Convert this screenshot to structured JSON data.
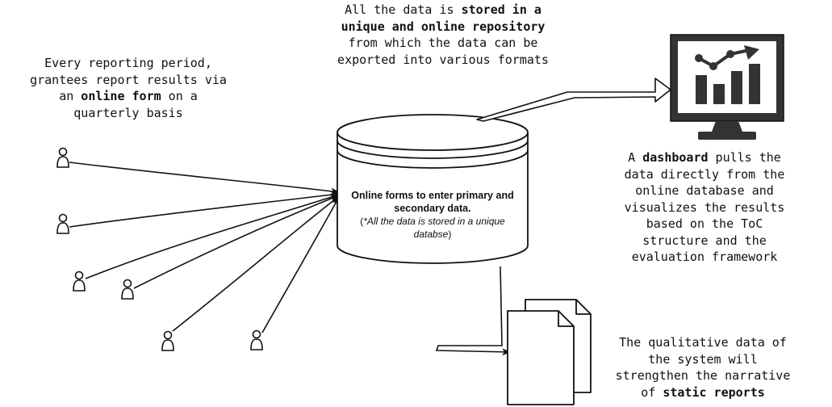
{
  "notes": {
    "grantees": {
      "line1": "Every reporting period,",
      "line2": "grantees report results via",
      "line3_pre": "an ",
      "line3_bold": "online form",
      "line3_post": " on a",
      "line4": "quarterly basis"
    },
    "repository": {
      "line1_pre": "All the data is ",
      "line1_bold": "stored in a",
      "line2_bold": "unique and online repository",
      "line3": "from which the data can be",
      "line4": "exported into various formats"
    },
    "dashboard": {
      "line1_pre": "A ",
      "line1_bold": "dashboard",
      "line1_post": " pulls the",
      "line2": "data directly from the",
      "line3": "online database and",
      "line4": "visualizes the results",
      "line5": "based on the ToC",
      "line6": "structure and the",
      "line7": "evaluation framework"
    },
    "reports": {
      "line1": "The qualitative data of",
      "line2": "the system will",
      "line3": "strengthen the narrative",
      "line4_pre": "of ",
      "line4_bold": "static reports"
    }
  },
  "database": {
    "title_line1": "Online forms to enter primary and",
    "title_line2": "secondary data.",
    "sub_line1_pre": "(",
    "sub_line1_italic": "*All the data is stored in a unique",
    "sub_line2_italic": "databse",
    "sub_line2_post": ")"
  },
  "icons": {
    "users": "user-icon",
    "monitor": "dashboard-monitor-icon",
    "documents": "document-stack-icon"
  },
  "colors": {
    "ink": "#111111",
    "background": "#ffffff"
  }
}
